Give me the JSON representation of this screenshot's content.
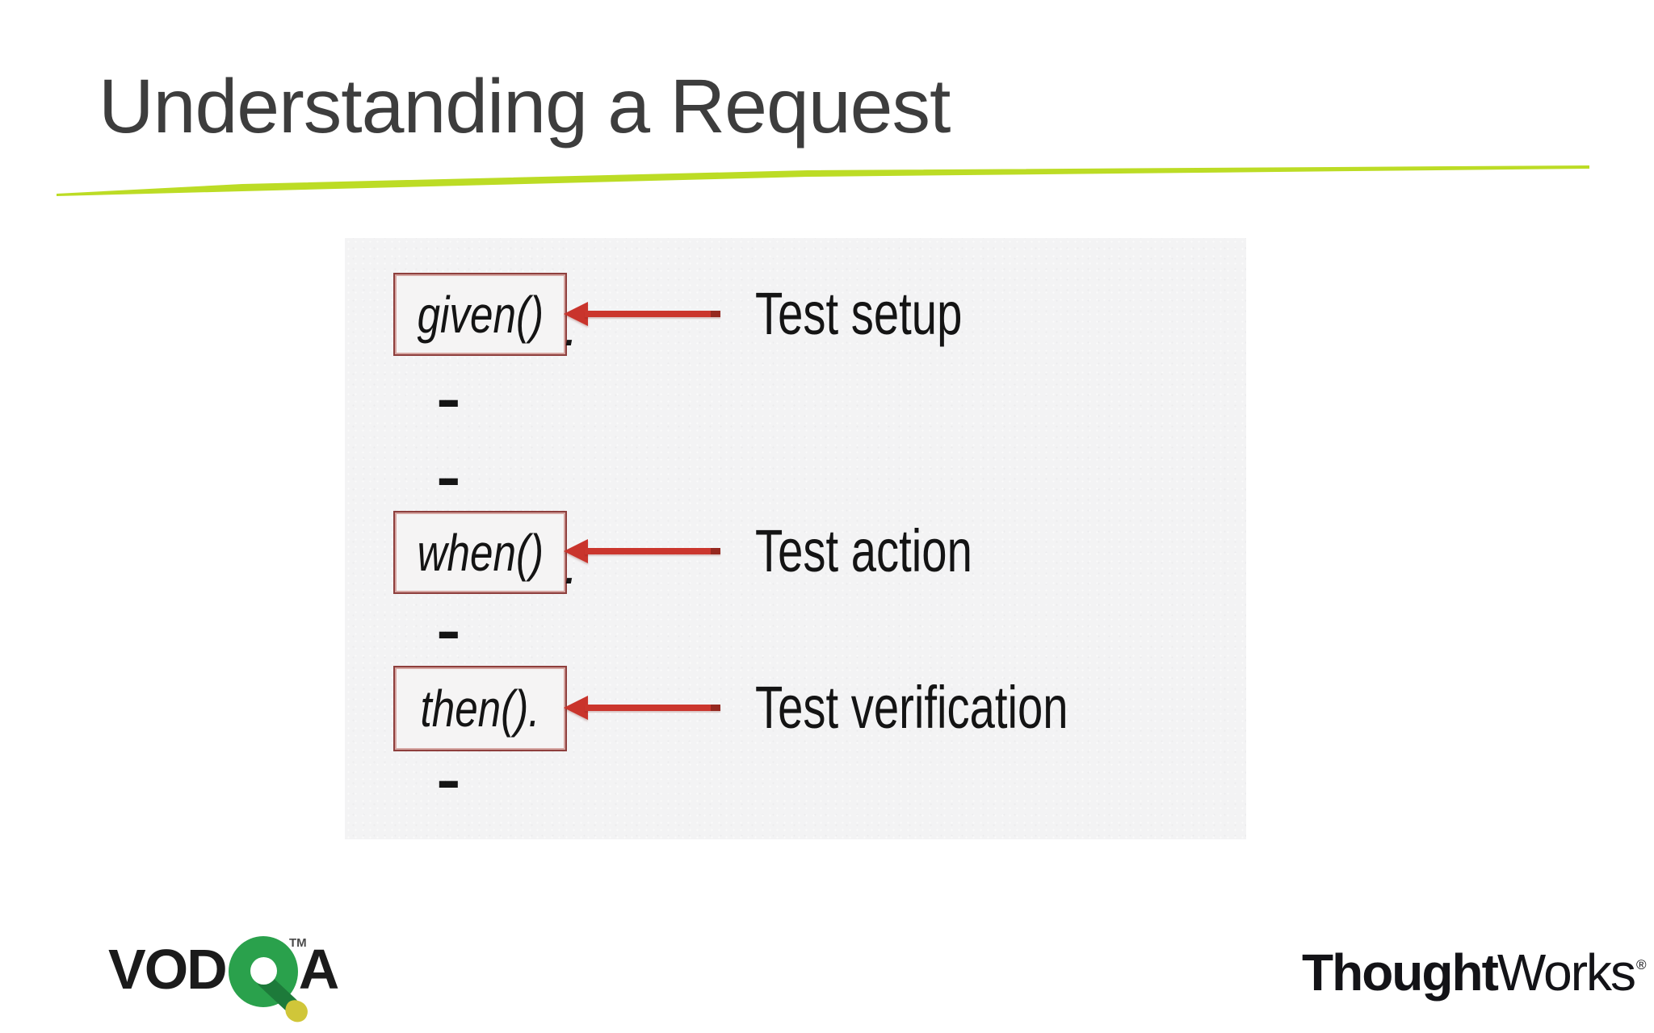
{
  "slide": {
    "title": "Understanding a Request"
  },
  "colors": {
    "accent_green": "#bcdc25",
    "arrow_red": "#c9342c",
    "box_border_red": "#8e3f3d",
    "title_gray": "#3d3d3d",
    "panel_gray": "#f3f3f4"
  },
  "diagram": {
    "ellipsis": "...",
    "rows": [
      {
        "box_text": "given()",
        "trailing_dot": ".",
        "label": "Test setup"
      },
      {
        "box_text": "when()",
        "trailing_dot": ".",
        "label": "Test action"
      },
      {
        "box_text": "then().",
        "trailing_dot": "",
        "label": "Test verification"
      }
    ]
  },
  "footer": {
    "vodqa": {
      "prefix": "VOD",
      "suffix": "A",
      "trademark": "TM"
    },
    "thoughtworks": {
      "bold_part": "Thought",
      "regular_part": "Works",
      "registered_mark": "®"
    }
  }
}
